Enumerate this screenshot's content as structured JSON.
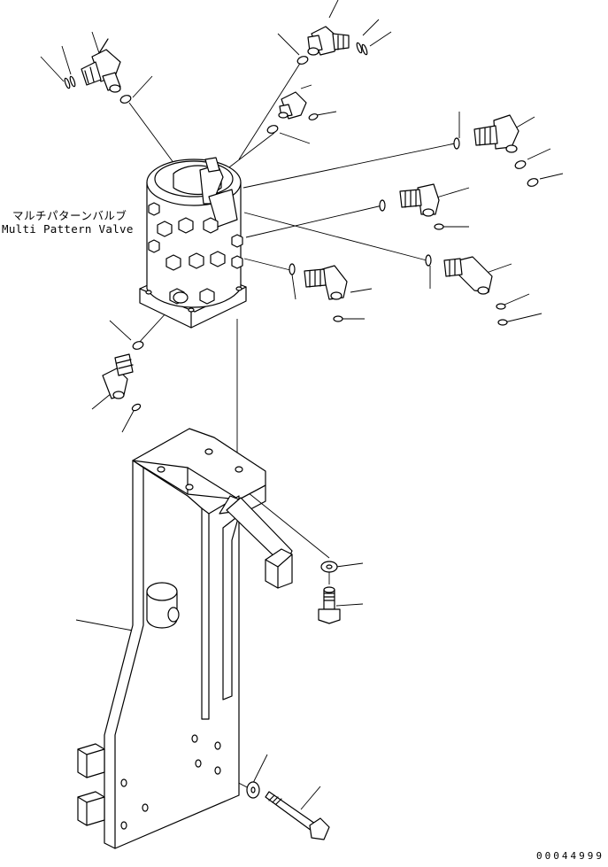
{
  "valve_label": {
    "japanese": "マルチパターンバルブ",
    "english": "Multi Pattern Valve"
  },
  "drawing_number": "00044999"
}
